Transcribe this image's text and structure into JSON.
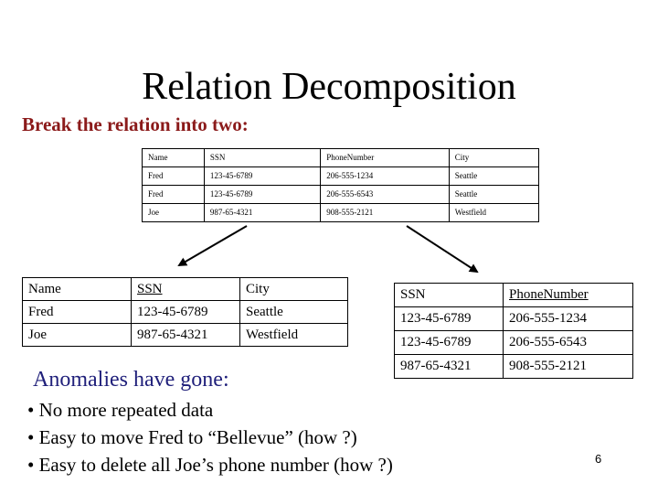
{
  "title": "Relation Decomposition",
  "subtitle": "Break the relation into two:",
  "original_table": {
    "headers": [
      "Name",
      "SSN",
      "PhoneNumber",
      "City"
    ],
    "rows": [
      [
        "Fred",
        "123-45-6789",
        "206-555-1234",
        "Seattle"
      ],
      [
        "Fred",
        "123-45-6789",
        "206-555-6543",
        "Seattle"
      ],
      [
        "Joe",
        "987-65-4321",
        "908-555-2121",
        "Westfield"
      ]
    ]
  },
  "left_table": {
    "headers": [
      "Name",
      "SSN",
      "City"
    ],
    "rows": [
      [
        "Fred",
        "123-45-6789",
        "Seattle"
      ],
      [
        "Joe",
        "987-65-4321",
        "Westfield"
      ]
    ]
  },
  "right_table": {
    "headers": [
      "SSN",
      "PhoneNumber"
    ],
    "rows": [
      [
        "123-45-6789",
        "206-555-1234"
      ],
      [
        "123-45-6789",
        "206-555-6543"
      ],
      [
        "987-65-4321",
        "908-555-2121"
      ]
    ]
  },
  "anomalies_heading": "Anomalies have gone:",
  "bullets": [
    "• No more repeated data",
    "• Easy to move Fred to “Bellevue” (how ?)",
    "• Easy to delete all Joe’s phone number (how ?)"
  ],
  "page_number": "6"
}
